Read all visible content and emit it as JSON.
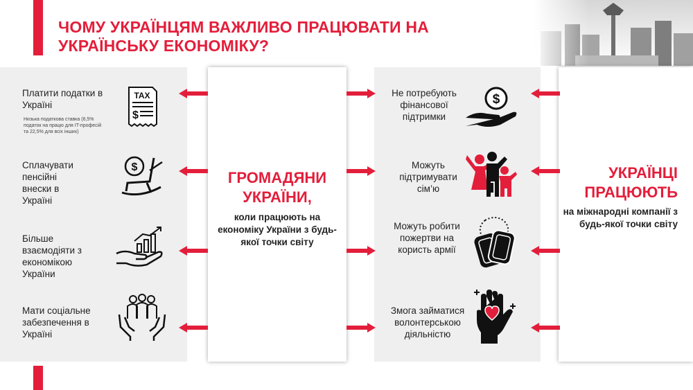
{
  "title": "ЧОМУ УКРАЇНЦЯМ ВАЖЛИВО ПРАЦЮВАТИ НА УКРАЇНСЬКУ ЕКОНОМІКУ?",
  "colors": {
    "accent": "#e31e3b",
    "panel_grey": "#efefef",
    "text": "#222222"
  },
  "left_items": [
    {
      "label": "Платити податки в Україні",
      "note": "Низька податкова ставка (6,5% податок на працю для IT-професій та 22,5% для всіх інших)",
      "icon": "tax-document-icon",
      "icon_text": "TAX"
    },
    {
      "label": "Сплачувати пенсійні внески в Україні",
      "icon": "rocking-chair-money-icon"
    },
    {
      "label": "Більше взаємодіяти з економікою України",
      "icon": "hand-growth-chart-icon"
    },
    {
      "label": "Мати соціальне забезпечення в Україні",
      "icon": "hands-people-care-icon"
    }
  ],
  "center": {
    "title": "ГРОМАДЯНИ УКРАЇНИ,",
    "subtitle": "коли працюють на економіку України з будь-якої точки світу"
  },
  "mid_items": [
    {
      "label": "Не потребують фінансової підтримки",
      "icon": "hand-coin-icon"
    },
    {
      "label": "Можуть підтримувати сім’ю",
      "icon": "family-icon"
    },
    {
      "label": "Можуть робити пожертви на користь армії",
      "icon": "dog-tags-icon"
    },
    {
      "label": "Змога займатися волонтерською діяльністю",
      "icon": "hand-heart-icon"
    }
  ],
  "right": {
    "title": "УКРАЇНЦІ ПРАЦЮЮТЬ",
    "subtitle": "на міжнародні компанії з будь-якої точки світу"
  }
}
